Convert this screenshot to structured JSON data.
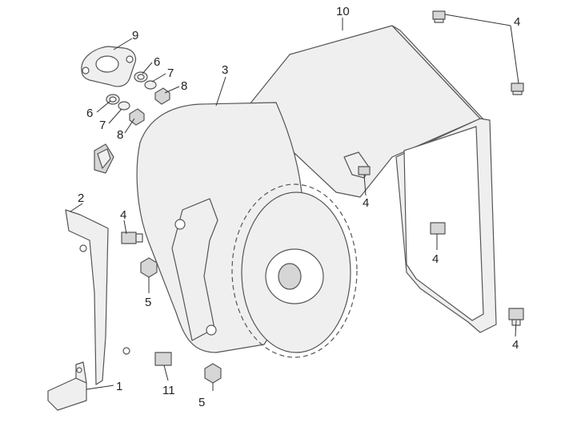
{
  "callouts": {
    "c10": "10",
    "c9": "9",
    "c6a": "6",
    "c7a": "7",
    "c8a": "8",
    "c6b": "6",
    "c7b": "7",
    "c8b": "8",
    "c3": "3",
    "c2": "2",
    "c4tr": "4",
    "c4_shield": "4",
    "c4_left": "4",
    "c4_inner": "4",
    "c4_br": "4",
    "c5a": "5",
    "c5b": "5",
    "c11": "11",
    "c1": "1"
  }
}
